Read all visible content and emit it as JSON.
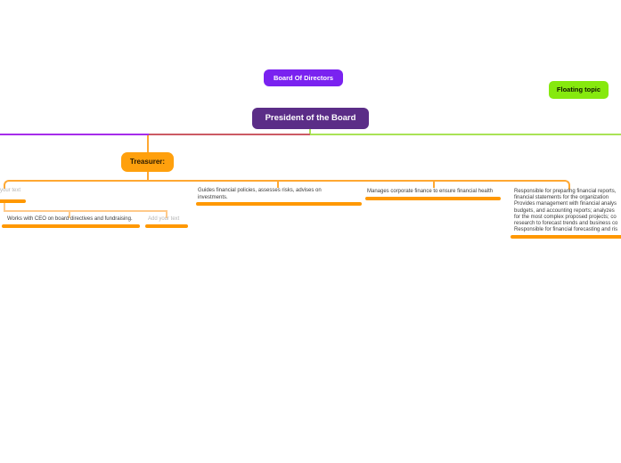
{
  "palette": {
    "board_bg": "#7a22f0",
    "board_text": "#ffffff",
    "president_bg": "#5b2d87",
    "president_text": "#ffffff",
    "floating_bg": "#86e90e",
    "floating_text": "#101a00",
    "treasurer_bg": "#ffa00d",
    "treasurer_text": "#2b1a00",
    "branch_line_purple": "#a62ceb",
    "branch_line_red": "#cc5a64",
    "branch_line_green": "#a9e356",
    "connector_orange": "#ffa832",
    "connector_orange_light": "#ffca8a",
    "node_underline_orange": "#ff9800",
    "placeholder_text": "#b5b5b5",
    "leaf_text": "#3c3c3c"
  },
  "nodes": {
    "board": {
      "label": "Board Of Directors"
    },
    "president": {
      "label": "President of the Board"
    },
    "floating": {
      "label": "Floating topic"
    },
    "treasurer": {
      "label": "Treasurer:"
    },
    "left_placeholder": {
      "label": "your text"
    },
    "works_with_ceo": {
      "label": "Works with CEO on board directives and fundraising."
    },
    "add_your_text": {
      "label": "Add your text"
    },
    "guides": {
      "label": "Guides financial policies, assesses risks, advises on investments."
    },
    "manages": {
      "label": "Manages corporate finance to ensure financial health"
    },
    "responsible": {
      "lines": [
        "Responsible for preparing financial reports,",
        "financial statements for the organization",
        "Provides management with financial analys",
        "budgets, and accounting reports; analyzes",
        "for the most complex proposed projects; co",
        "research to forecast trends and business co",
        "Responsible for financial forecasting and ris"
      ]
    }
  }
}
